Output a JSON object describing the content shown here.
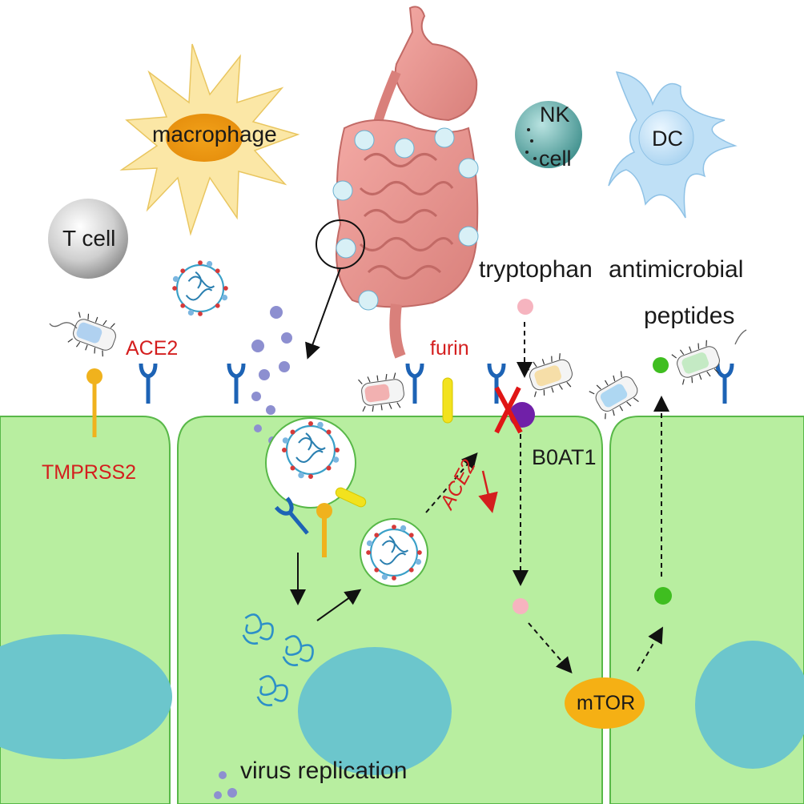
{
  "labels": {
    "macrophage": "macrophage",
    "t_cell": "T cell",
    "nk_line1": "NK",
    "nk_line2": "cell",
    "dc": "DC",
    "tryptophan": "tryptophan",
    "antimicrobial_line1": "antimicrobial",
    "antimicrobial_line2": "peptides",
    "ace2": "ACE2",
    "tmprss2": "TMPRSS2",
    "furin": "furin",
    "b0at1": "B0AT1",
    "ace2_down": "ACE2",
    "mtor": "mTOR",
    "virus_replication": "virus replication"
  },
  "colors": {
    "cell_fill": "#b8eea0",
    "cell_border": "#58b848",
    "nucleus": "#6cc6cc",
    "receptor_ace2": "#1d63b5",
    "tmprss2": "#f0b21d",
    "furin": "#f2e21e",
    "b0at1": "#7020a8",
    "mtor": "#f5b014",
    "tryptophan": "#f07e90",
    "peptide": "#3fbe20",
    "label_red": "#d41e1e"
  },
  "icons": [
    "macrophage-icon",
    "t-cell-icon",
    "nk-cell-icon",
    "dc-icon",
    "intestine-icon",
    "virus-icon",
    "bacteria-icon"
  ]
}
